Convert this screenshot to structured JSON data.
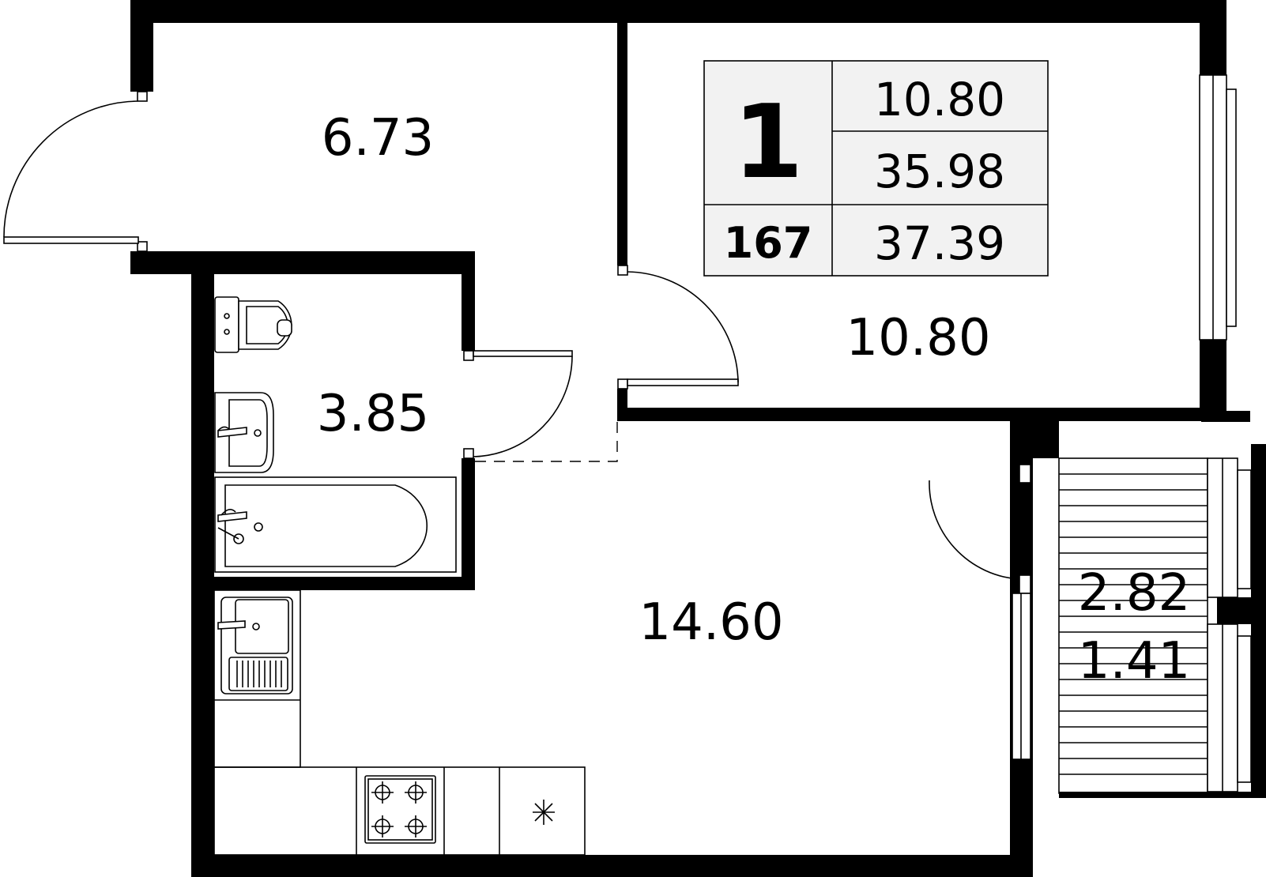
{
  "plan": {
    "summary": {
      "rooms_count": "1",
      "apartment_number": "167",
      "living_area": "10.80",
      "total_area": "35.98",
      "total_area_with_balcony": "37.39"
    },
    "rooms": {
      "hall": "6.73",
      "bedroom": "10.80",
      "bathroom": "3.85",
      "kitchen_living": "14.60",
      "loggia_area": "2.82",
      "loggia_reduced": "1.41"
    }
  },
  "colors": {
    "wall": "#000000",
    "background": "#ffffff",
    "table_fill": "#f2f2f2"
  }
}
